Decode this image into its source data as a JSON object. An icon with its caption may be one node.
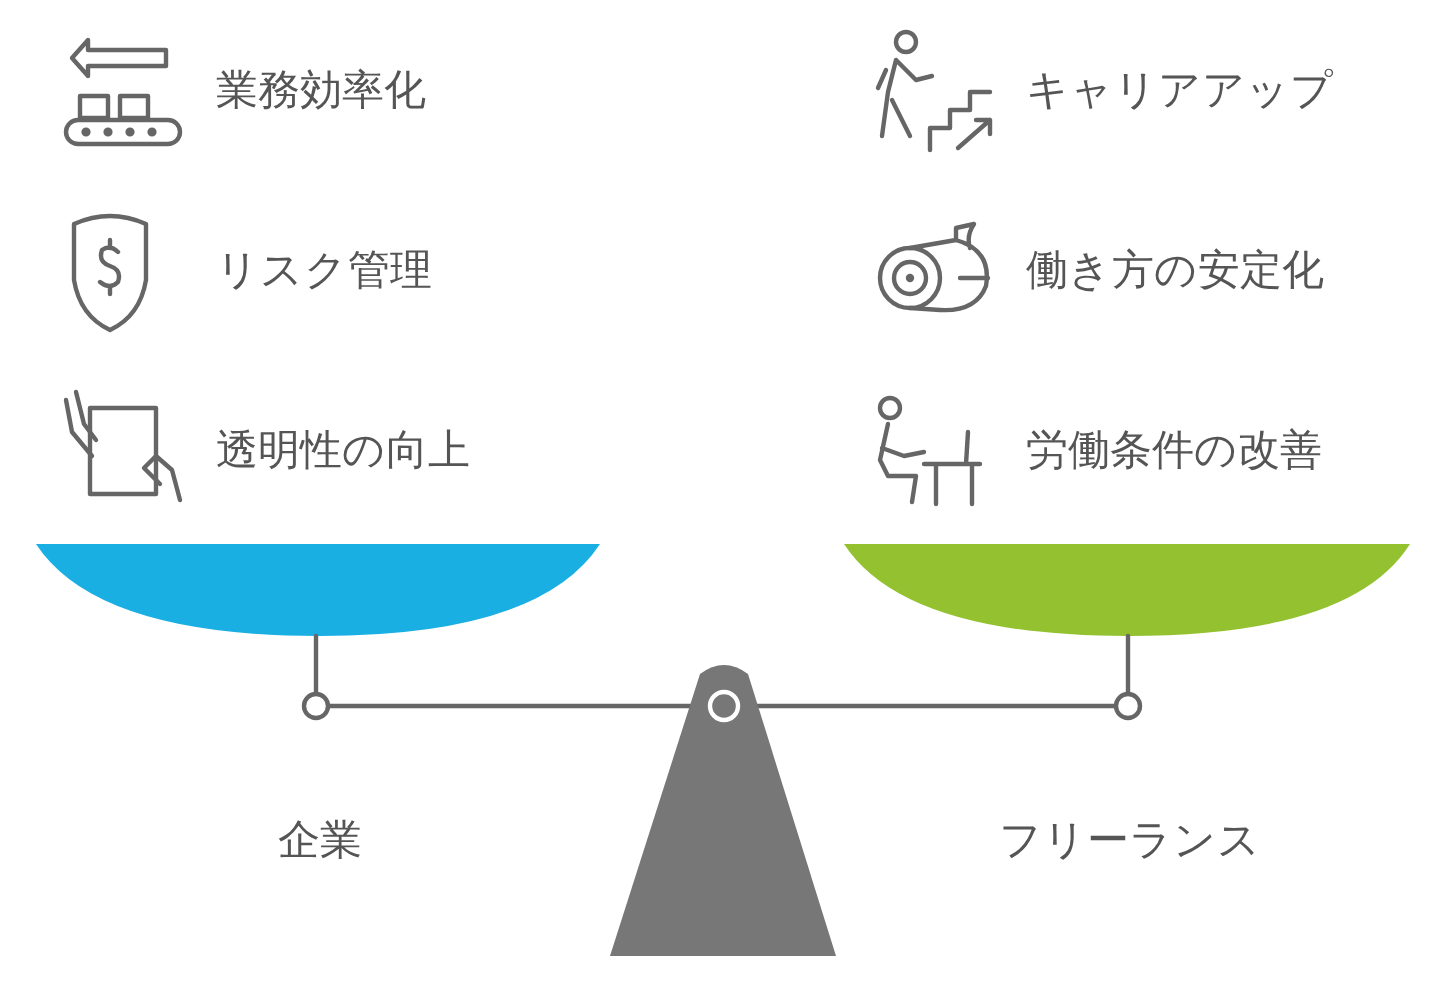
{
  "diagram": {
    "labels": [
      "業務効率化",
      "キャリアアップ",
      "リスク管理",
      "働き方の安定化",
      "透明性の向上",
      "労働条件の改善",
      "企業",
      "フリーランス"
    ]
  }
}
